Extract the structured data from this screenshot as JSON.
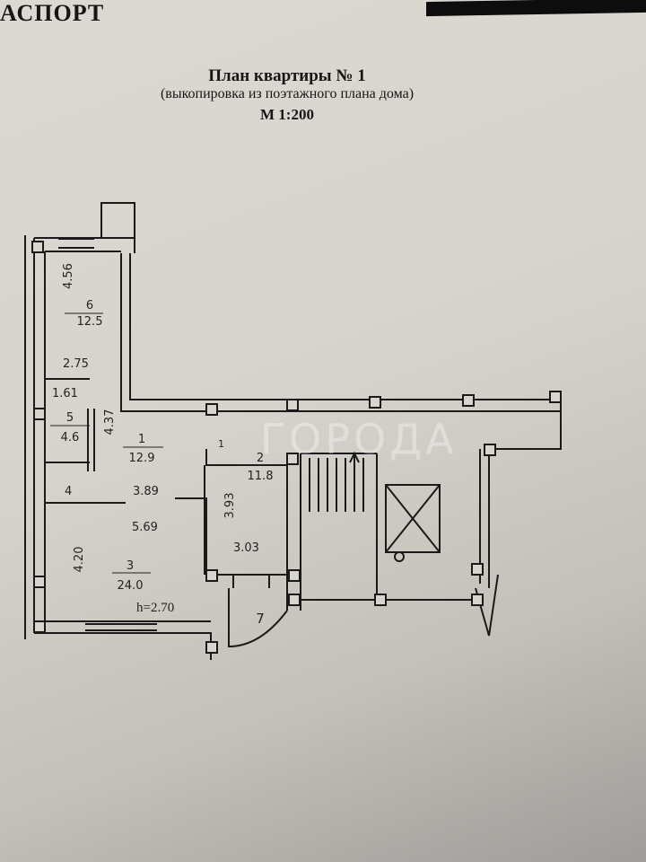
{
  "header": {
    "document_label": "АСПОРТ"
  },
  "title": {
    "line1": "План квартиры  №      1",
    "line2": "(выкопировка из поэтажного плана дома)",
    "scale": "М 1:200"
  },
  "watermark": "ГОРОДА",
  "plan": {
    "rooms": [
      {
        "number": "1",
        "area": "12.9"
      },
      {
        "number": "2",
        "area": "11.8"
      },
      {
        "number": "3",
        "area": "24.0"
      },
      {
        "number": "5",
        "area": "4.6"
      },
      {
        "number": "6",
        "area": "12.5"
      },
      {
        "number": "7",
        "area": ""
      }
    ],
    "dimensions": {
      "d456": "4.56",
      "d275": "2.75",
      "d161": "1.61",
      "d437": "4.37",
      "d4": "4",
      "d389": "3.89",
      "d393": "3.93",
      "d569": "5.69",
      "d303": "3.03",
      "d420": "4.20",
      "d1": "1"
    },
    "ceiling_height": "h=2.70"
  }
}
